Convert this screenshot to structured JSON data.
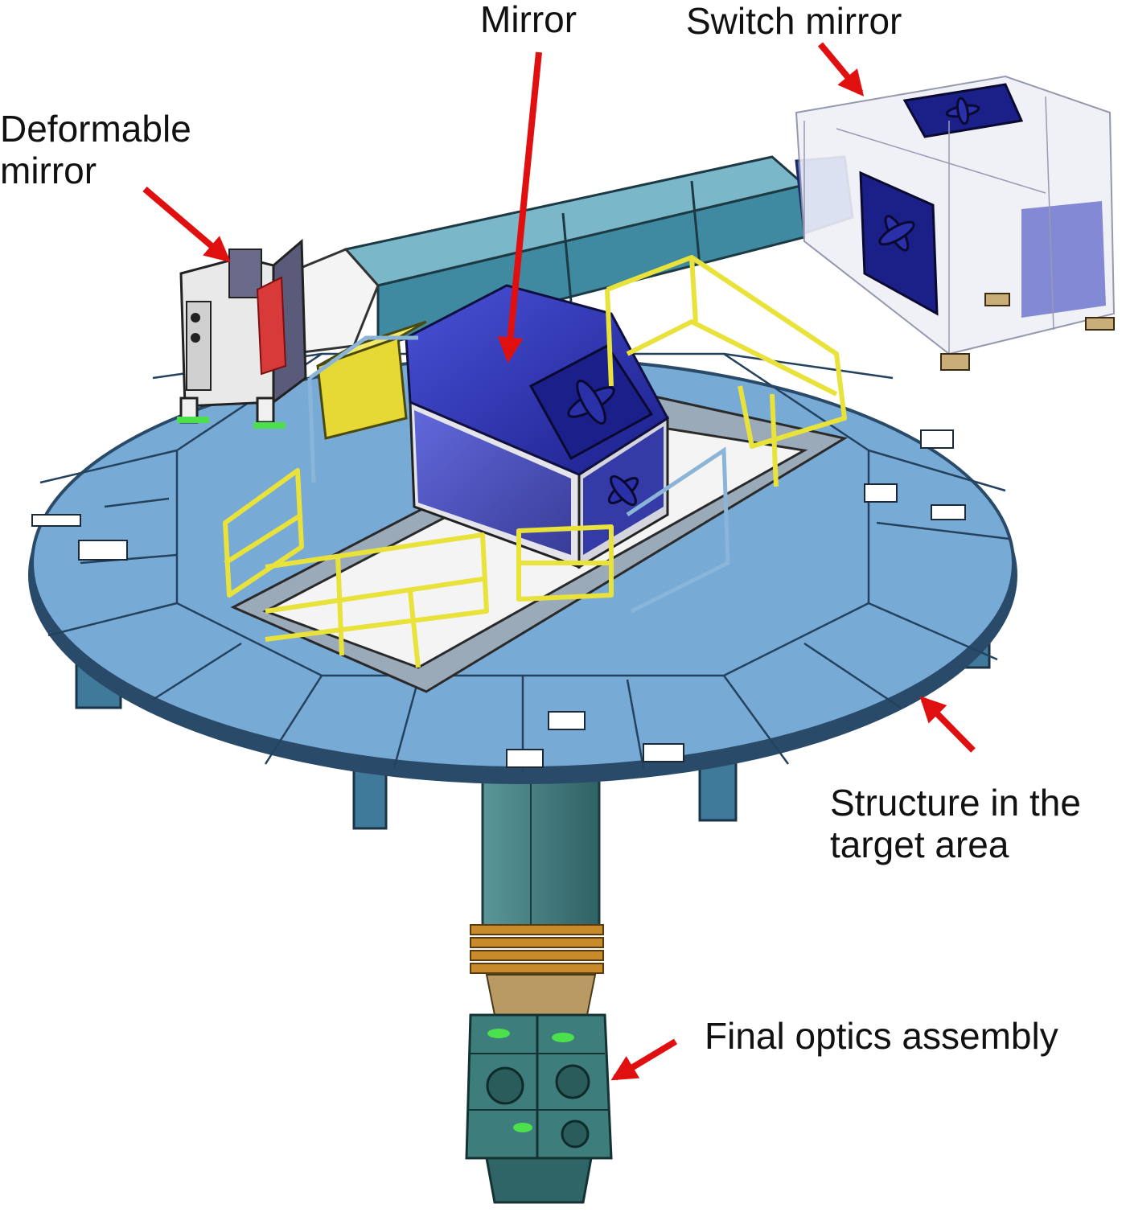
{
  "labels": {
    "mirror": "Mirror",
    "switch_mirror": "Switch mirror",
    "deformable_mirror": [
      "Deformable",
      "mirror"
    ],
    "structure_target_area": [
      "Structure in the",
      "target area"
    ],
    "final_optics_assembly": "Final optics assembly"
  },
  "colors": {
    "arrow": "#e01010",
    "platform": "#78aad6",
    "platform_edge": "#2a4a6a",
    "pipe": "#3f8aa0",
    "column": "#3e7a7c",
    "enclosure": "#2a2fb0",
    "railing": "#e8e23a",
    "yellow_duct": "#e6d936",
    "white_frame": "#f2f2f2"
  }
}
